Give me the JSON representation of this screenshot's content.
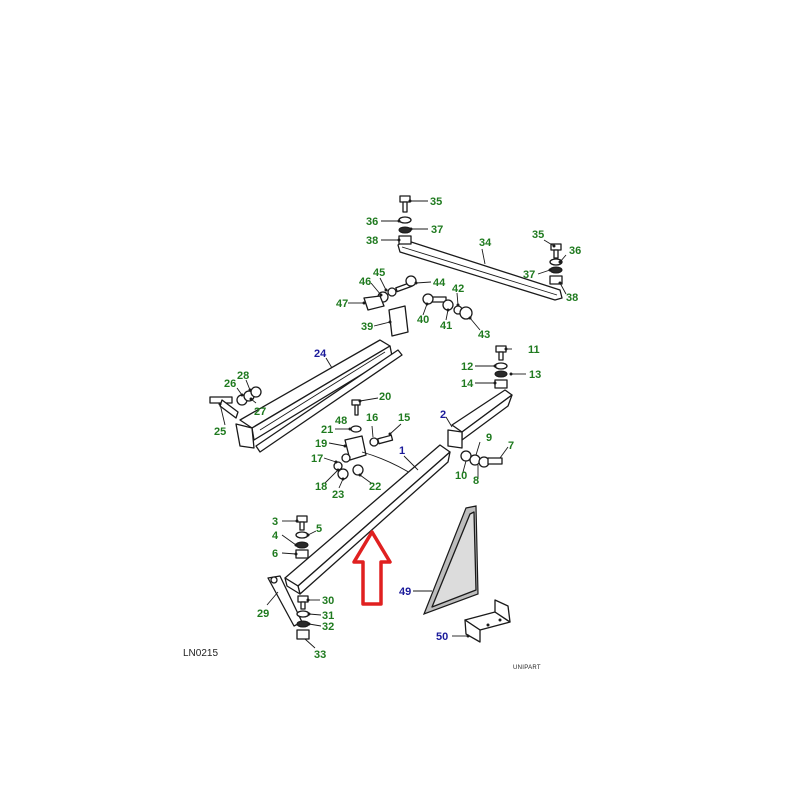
{
  "diagram": {
    "reference_code": "LN0215",
    "brand_mark": "UNIPART",
    "accent_colors": {
      "part_number_green": "#1f7a1f",
      "assembly_number_blue": "#1a1a9a",
      "arrow_red": "#e02020"
    },
    "callouts": [
      {
        "id": "c1",
        "label": "1",
        "color": "blue"
      },
      {
        "id": "c2",
        "label": "2",
        "color": "blue"
      },
      {
        "id": "c3",
        "label": "3",
        "color": "green"
      },
      {
        "id": "c4",
        "label": "4",
        "color": "green"
      },
      {
        "id": "c5",
        "label": "5",
        "color": "green"
      },
      {
        "id": "c6",
        "label": "6",
        "color": "green"
      },
      {
        "id": "c7",
        "label": "7",
        "color": "green"
      },
      {
        "id": "c8",
        "label": "8",
        "color": "green"
      },
      {
        "id": "c9",
        "label": "9",
        "color": "green"
      },
      {
        "id": "c10",
        "label": "10",
        "color": "green"
      },
      {
        "id": "c11",
        "label": "11",
        "color": "green"
      },
      {
        "id": "c12",
        "label": "12",
        "color": "green"
      },
      {
        "id": "c13",
        "label": "13",
        "color": "green"
      },
      {
        "id": "c14",
        "label": "14",
        "color": "green"
      },
      {
        "id": "c15",
        "label": "15",
        "color": "green"
      },
      {
        "id": "c16",
        "label": "16",
        "color": "green"
      },
      {
        "id": "c17",
        "label": "17",
        "color": "green"
      },
      {
        "id": "c18",
        "label": "18",
        "color": "green"
      },
      {
        "id": "c19",
        "label": "19",
        "color": "green"
      },
      {
        "id": "c20",
        "label": "20",
        "color": "green"
      },
      {
        "id": "c21",
        "label": "21",
        "color": "green"
      },
      {
        "id": "c22",
        "label": "22",
        "color": "green"
      },
      {
        "id": "c23",
        "label": "23",
        "color": "green"
      },
      {
        "id": "c24",
        "label": "24",
        "color": "blue"
      },
      {
        "id": "c25",
        "label": "25",
        "color": "green"
      },
      {
        "id": "c26",
        "label": "26",
        "color": "green"
      },
      {
        "id": "c27",
        "label": "27",
        "color": "green"
      },
      {
        "id": "c28",
        "label": "28",
        "color": "green"
      },
      {
        "id": "c29",
        "label": "29",
        "color": "green"
      },
      {
        "id": "c30",
        "label": "30",
        "color": "green"
      },
      {
        "id": "c31",
        "label": "31",
        "color": "green"
      },
      {
        "id": "c32",
        "label": "32",
        "color": "green"
      },
      {
        "id": "c33",
        "label": "33",
        "color": "green"
      },
      {
        "id": "c34",
        "label": "34",
        "color": "green"
      },
      {
        "id": "c35a",
        "label": "35",
        "color": "green"
      },
      {
        "id": "c35b",
        "label": "35",
        "color": "green"
      },
      {
        "id": "c36a",
        "label": "36",
        "color": "green"
      },
      {
        "id": "c36b",
        "label": "36",
        "color": "green"
      },
      {
        "id": "c37a",
        "label": "37",
        "color": "green"
      },
      {
        "id": "c37b",
        "label": "37",
        "color": "green"
      },
      {
        "id": "c38a",
        "label": "38",
        "color": "green"
      },
      {
        "id": "c38b",
        "label": "38",
        "color": "green"
      },
      {
        "id": "c39",
        "label": "39",
        "color": "green"
      },
      {
        "id": "c40",
        "label": "40",
        "color": "green"
      },
      {
        "id": "c41",
        "label": "41",
        "color": "green"
      },
      {
        "id": "c42",
        "label": "42",
        "color": "green"
      },
      {
        "id": "c43",
        "label": "43",
        "color": "green"
      },
      {
        "id": "c44",
        "label": "44",
        "color": "green"
      },
      {
        "id": "c45",
        "label": "45",
        "color": "green"
      },
      {
        "id": "c46",
        "label": "46",
        "color": "green"
      },
      {
        "id": "c47",
        "label": "47",
        "color": "green"
      },
      {
        "id": "c48",
        "label": "48",
        "color": "green"
      },
      {
        "id": "c49",
        "label": "49",
        "color": "blue"
      },
      {
        "id": "c50",
        "label": "50",
        "color": "blue"
      }
    ]
  }
}
